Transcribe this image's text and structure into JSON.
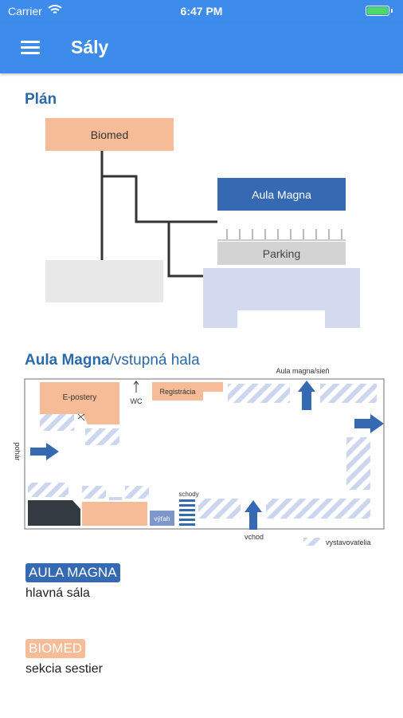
{
  "status_bar": {
    "carrier": "Carrier",
    "time": "6:47 PM"
  },
  "app_bar": {
    "title": "Sály",
    "menu_icon": "hamburger-icon"
  },
  "plan_section": {
    "title": "Plán",
    "buildings": {
      "biomed": "Biomed",
      "aula_magna": "Aula Magna",
      "parking": "Parking"
    }
  },
  "hall_section": {
    "title_bold": "Aula Magna",
    "title_rest": "/vstupná hala",
    "labels": {
      "e_postery": "E-postery",
      "wc": "WC",
      "registracia": "Registrácia",
      "aula_magna_sien": "Aula magna/sieň",
      "pohar": "pohár",
      "schody": "schody",
      "vytah": "výťah",
      "vchod": "vchod",
      "vystavovatelia": "vystavovatelia"
    }
  },
  "legend": [
    {
      "badge": "AULA MAGNA",
      "description": "hlavná sála",
      "color": "#3569b2"
    },
    {
      "badge": "BIOMED",
      "description": "sekcia sestier",
      "color": "#f5bc97"
    }
  ],
  "colors": {
    "primary": "#3d8bea",
    "section_title": "#2b6aa8",
    "aula_blue": "#3569b2",
    "biomed_peach": "#f5bc97",
    "hatch": "#ccd6ee"
  }
}
